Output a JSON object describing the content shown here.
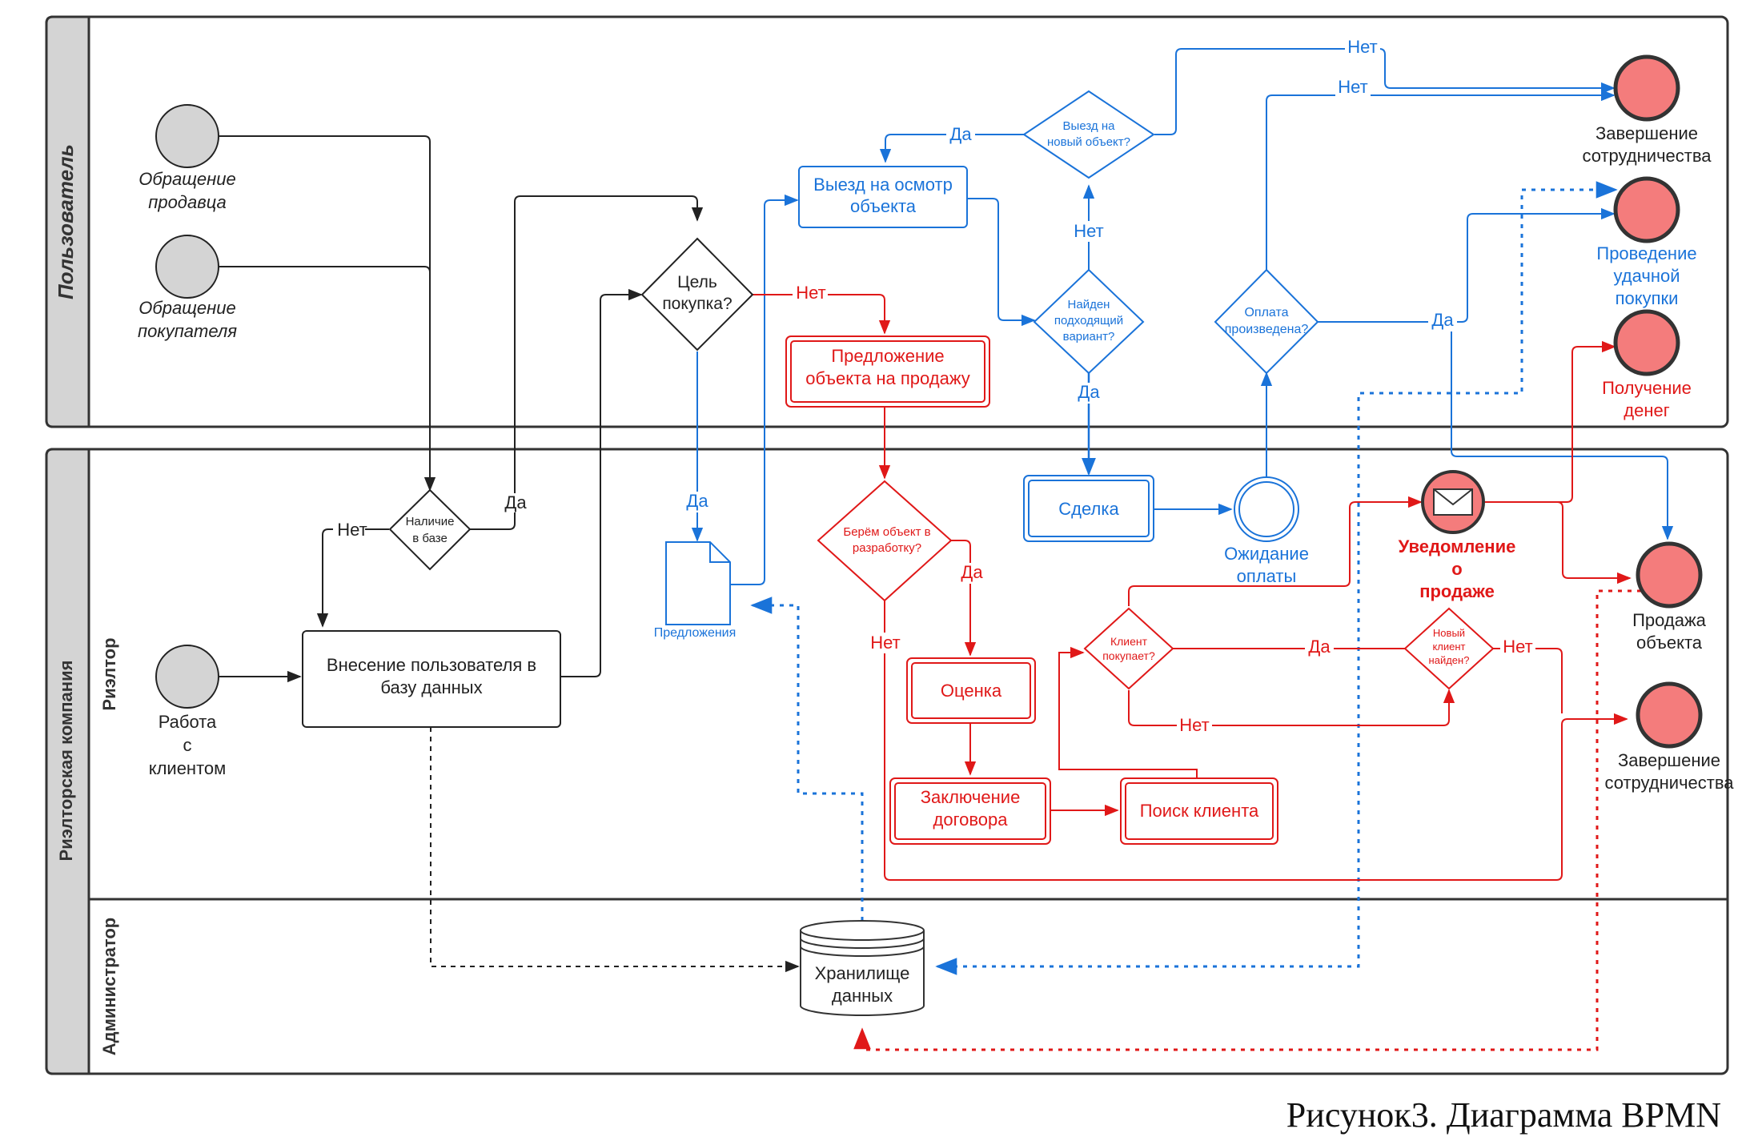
{
  "colors": {
    "black": "#222222",
    "blue": "#1a73d9",
    "red": "#e01818",
    "event_gray": "#d4d4d4",
    "end_fill": "#f47c7c",
    "lane_header": "#d4d4d4"
  },
  "pools": {
    "user": "Пользователь",
    "company": "Риэлторская компания",
    "lane_realtor": "Риэлтор",
    "lane_admin": "Администратор"
  },
  "events": {
    "seller_l1": "Обращение",
    "seller_l2": "продавца",
    "buyer_l1": "Обращение",
    "buyer_l2": "покупателя",
    "work_l1": "Работа",
    "work_l2": "с",
    "work_l3": "клиентом",
    "wait_l1": "Ожидание",
    "wait_l2": "оплаты",
    "notify_l1": "Уведомление",
    "notify_l2": "о",
    "notify_l3": "продаже",
    "end_coop1_l1": "Завершение",
    "end_coop1_l2": "сотрудничества",
    "end_purchase_l1": "Проведение",
    "end_purchase_l2": "удачной",
    "end_purchase_l3": "покупки",
    "end_money_l1": "Получение",
    "end_money_l2": "денег",
    "end_sale_l1": "Продажа",
    "end_sale_l2": "объекта",
    "end_coop2_l1": "Завершение",
    "end_coop2_l2": "сотрудничества"
  },
  "tasks": {
    "add_user_l1": "Внесение пользователя в",
    "add_user_l2": "базу данных",
    "visit_l1": "Выезд на осмотр",
    "visit_l2": "объекта",
    "offer_l1": "Предложение",
    "offer_l2": "объекта на продажу",
    "deal": "Сделка",
    "estimate": "Оценка",
    "contract_l1": "Заключение",
    "contract_l2": "договора",
    "search_client": "Поиск клиента"
  },
  "gateways": {
    "in_db_l1": "Наличие",
    "in_db_l2": "в базе",
    "goal_l1": "Цель",
    "goal_l2": "покупка?",
    "new_visit_l1": "Выезд на",
    "new_visit_l2": "новый объект?",
    "found_l1": "Найден",
    "found_l2": "подходящий",
    "found_l3": "вариант?",
    "paid_l1": "Оплата",
    "paid_l2": "произведена?",
    "take_l1": "Берём объект в",
    "take_l2": "разработку?",
    "client_buys_l1": "Клиент",
    "client_buys_l2": "покупает?",
    "new_client_l1": "Новый",
    "new_client_l2": "клиент",
    "new_client_l3": "найден?"
  },
  "flow_labels": {
    "yes": "Да",
    "no": "Нет"
  },
  "artifacts": {
    "proposals": "Предложения",
    "storage_l1": "Хранилище",
    "storage_l2": "данных"
  },
  "caption": "Рисунок3. Диаграмма BPMN"
}
